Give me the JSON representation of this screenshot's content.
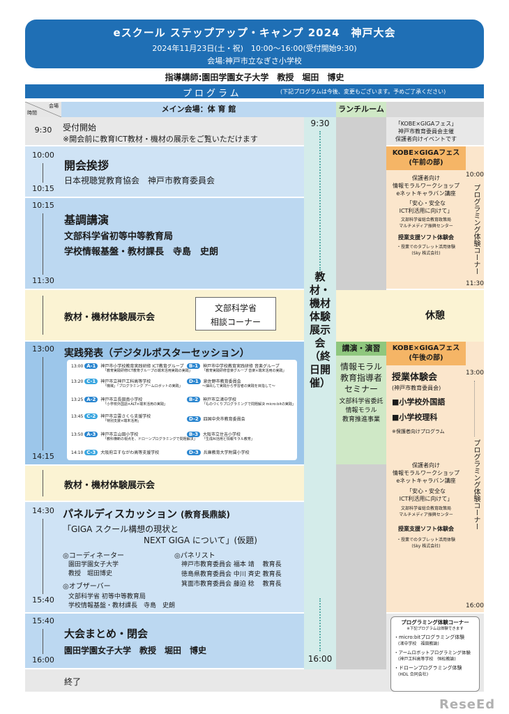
{
  "header": {
    "title": "eスクール ステップアップ・キャンプ 2024　神戸大会",
    "date": "2024年11月23日(土・祝)　10:00～16:00(受付開始9:30)",
    "venue": "会場:神戸市立なぎさ小学校"
  },
  "lecturer": "指導講師:園田学園女子大学　教授　堀田　博史",
  "program_bar": {
    "title": "プログラム",
    "note": "(下記プログラムは今後、変更もございます。予めご了承ください)"
  },
  "table_header": {
    "corner_top": "会場",
    "corner_bottom": "時間",
    "main": "メイン会場：体 育 館",
    "lunch": "ランチルーム"
  },
  "exhibit_col": {
    "start": "9:30",
    "label": "教材・機材体験展示会（終日開催）",
    "end": "16:00"
  },
  "sessions": {
    "reception": {
      "time": "9:30",
      "title": "受付開始",
      "note": "※開会前に教育ICT教材・機材の展示をご覧いただけます"
    },
    "opening": {
      "time_start": "10:00",
      "time_end": "10:15",
      "title": "開会挨拶",
      "sub": "日本視聴覚教育協会　神戸市教育委員会"
    },
    "keynote": {
      "time_start": "10:15",
      "time_end": "11:30",
      "title": "基調講演",
      "line1": "文部科学省初等中等教育局",
      "line2": "学校情報基盤・教材課長　寺島　史朗"
    },
    "exhibit1": {
      "title": "教材・機材体験展示会",
      "box_line1": "文部科学省",
      "box_line2": "相談コーナー"
    },
    "practice": {
      "time_start": "13:00",
      "time_end": "14:15",
      "title": "実践発表（デジタルポスターセッション）"
    },
    "exhibit2": {
      "title": "教材・機材体験展示会"
    },
    "panel": {
      "time_start": "14:30",
      "time_end": "15:40",
      "title": "パネルディスカッション",
      "title_sub": "(教育長鼎談)",
      "theme1": "「GIGA スクール構想の現状と",
      "theme2": "NEXT GIGA について」(仮題)",
      "coord_label": "◎コーディネーター",
      "coord1": "園田学園女子大学",
      "coord2": "教授　堀田博史",
      "obs_label": "◎オブザーバー",
      "obs1": "文部科学省 初等中等教育局",
      "obs2": "学校情報基盤・教材課長　寺島　史朗",
      "panelist_label": "◎パネリスト",
      "panelist1": "神戸市教育委員会 福本 靖　 教育長",
      "panelist2": "徳島県教育委員会 中川 斉史 教育長",
      "panelist3": "箕面市教育委員会 藤迫 稔　 教育長"
    },
    "closing": {
      "time_start": "15:40",
      "time_end": "16:00",
      "title": "大会まとめ・閉会",
      "sub": "園田学園女子大学　教授　堀田　博史"
    },
    "end": {
      "title": "終了"
    }
  },
  "poster_rows": [
    {
      "time": "13:00",
      "a_tag": "A-1",
      "a1": "神戸市小学校教育実践研修 ICT教育グループ",
      "a2": "「教育実践研修ICT教育グループの端末活用実践の実践」",
      "b_tag": "B-1",
      "b1": "神戸市中学校教育実践研修 音楽グループ",
      "b2": "「教育実践研修音楽グループ 音楽×端末活用の実践」"
    },
    {
      "time": "13:20",
      "a_tag": "C-1",
      "a1": "神戸市立神戸工科高等学校",
      "a2": "「機械」「プログラミング アームロボットの実践」",
      "b_tag": "D-1",
      "b1": "泉佐野市教育委員会",
      "b2": "〜抽出して実践から学習者の実践を目指して〜"
    },
    {
      "time": "13:25",
      "a_tag": "A-2",
      "a1": "神戸市立長田南小学校",
      "a2": "「小学校外国語×ALT×端末活用の実践」",
      "b_tag": "B-2",
      "b1": "神戸市立渚中学校",
      "b2": "「ものづくりプログラミングで問題解決 micro:bitの実践」"
    },
    {
      "time": "13:45",
      "a_tag": "C-2",
      "a1": "神戸市立雲さくら支援学校",
      "a2": "「特別支援×端末活用」",
      "b_tag": "D-2",
      "b1": "四国中央市教育委員会",
      "b2": ""
    },
    {
      "time": "13:50",
      "a_tag": "A-3",
      "a1": "神戸市立山田小学校",
      "a2": "「教科横断の視点を、ドローンプログラミングで問題解決」",
      "b_tag": "B-3",
      "b1": "大阪市立住吉小学校",
      "b2": "「生成AI活用と情報モラル教育」"
    },
    {
      "time": "14:10",
      "a_tag": "C-3",
      "a1": "大阪府立すながわ高等支援学校",
      "a2": "",
      "b_tag": "D-3",
      "b1": "兵庫教育大学附属小学校",
      "b2": ""
    }
  ],
  "lunch_col": {
    "rest": "休憩",
    "lecture_header": "講演・演習",
    "seminar1": "情報モラル",
    "seminar2": "教育指導者",
    "seminar3": "セミナー",
    "seminar4": "文部科学省委託",
    "seminar5": "情報モラル",
    "seminar6": "教育推進事業"
  },
  "kobe": {
    "top_header1": "「KOBE×GIGAフェス」",
    "top_header2": "神戸市教育委員会主催",
    "top_header3": "保護者向けイベントです",
    "am_title": "KOBE×GIGAフェス",
    "am_sub": "(午前の部)",
    "am_time_start": "10:00",
    "am_time_end": "11:30",
    "ws1": "保護者向け",
    "ws2": "情報モラルワークショップ",
    "ws3": "eネットキャラバン講座",
    "ws4": "「安心・安全な",
    "ws5": "ICT利活用に向けて」",
    "ws6": "文部科学省総合教育政策局",
    "ws7": "マルチメディア振興センター",
    "soft1": "授業支援ソフト体験会",
    "soft2": "・授業でのタブレット活用体験",
    "soft3": "(Sky 株式会社)",
    "prog_vertical": "プログラミング体験コーナー",
    "pm_title": "KOBE×GIGAフェス",
    "pm_sub": "(午後の部)",
    "pm_time_start": "13:00",
    "pm_time_end": "16:00",
    "class1": "授業体験会",
    "class2": "(神戸市教育委員会)",
    "class3": "■小学校外国語",
    "class4": "■小学校理科",
    "class5": "※保護者向けプログラム",
    "pcorner_title": "プログラミング体験コーナー",
    "pcorner_note": "※下記プログラムは体験できます",
    "pc1": "・micro:bitプログラミング体験",
    "pc2": "(渚中学校　福田教論)",
    "pc3": "・アームロボットプログラミング体験",
    "pc4": "(神戸工科高等学校　恒松教論)",
    "pc5": "・ドローンプログラミング体験",
    "pc6": "(HDL 合同会社)"
  },
  "watermark": "ReseEd"
}
